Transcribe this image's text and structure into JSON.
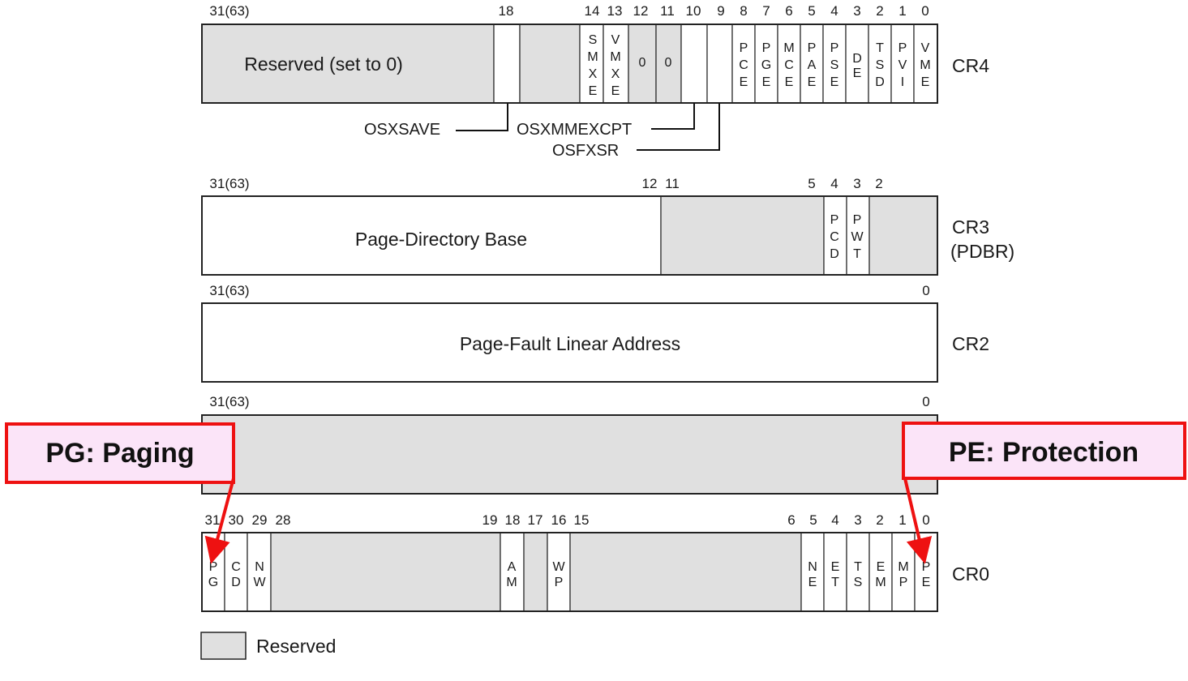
{
  "colors": {
    "reserved_fill": "#e0e0e0",
    "border": "#222222",
    "callout_border": "#ee1111",
    "callout_fill": "#fbe4f8",
    "arrow": "#ee1111"
  },
  "cr4": {
    "name": "CR4",
    "bit_labels": [
      "31(63)",
      "18",
      "14",
      "13",
      "12",
      "11",
      "10",
      "9",
      "8",
      "7",
      "6",
      "5",
      "4",
      "3",
      "2",
      "1",
      "0"
    ],
    "reserved_text": "Reserved (set to 0)",
    "zero_a": "0",
    "zero_b": "0",
    "flags": [
      {
        "id": "smxe",
        "lines": [
          "S",
          "M",
          "X",
          "E"
        ]
      },
      {
        "id": "vmxe",
        "lines": [
          "V",
          "M",
          "X",
          "E"
        ]
      },
      {
        "id": "pce",
        "lines": [
          "P",
          "C",
          "E"
        ]
      },
      {
        "id": "pge",
        "lines": [
          "P",
          "G",
          "E"
        ]
      },
      {
        "id": "mce",
        "lines": [
          "M",
          "C",
          "E"
        ]
      },
      {
        "id": "pae",
        "lines": [
          "P",
          "A",
          "E"
        ]
      },
      {
        "id": "pse",
        "lines": [
          "P",
          "S",
          "E"
        ]
      },
      {
        "id": "de",
        "lines": [
          "D",
          "E"
        ]
      },
      {
        "id": "tsd",
        "lines": [
          "T",
          "S",
          "D"
        ]
      },
      {
        "id": "pvi",
        "lines": [
          "P",
          "V",
          "I"
        ]
      },
      {
        "id": "vme",
        "lines": [
          "V",
          "M",
          "E"
        ]
      }
    ],
    "callouts": [
      "OSXSAVE",
      "OSXMMEXCPT",
      "OSFXSR"
    ]
  },
  "cr3": {
    "name": "CR3",
    "alias": "(PDBR)",
    "bit_labels": [
      "31(63)",
      "12",
      "11",
      "5",
      "4",
      "3",
      "2"
    ],
    "base_text": "Page-Directory Base",
    "flags": [
      {
        "id": "pcd",
        "lines": [
          "P",
          "C",
          "D"
        ]
      },
      {
        "id": "pwt",
        "lines": [
          "P",
          "W",
          "T"
        ]
      }
    ]
  },
  "cr2": {
    "name": "CR2",
    "bit_labels": [
      "31(63)",
      "0"
    ],
    "text": "Page-Fault Linear Address"
  },
  "cr1": {
    "bit_labels": [
      "31(63)",
      "0"
    ]
  },
  "cr0": {
    "name": "CR0",
    "bit_labels": [
      "31",
      "30",
      "29",
      "28",
      "19",
      "18",
      "17",
      "16",
      "15",
      "6",
      "5",
      "4",
      "3",
      "2",
      "1",
      "0"
    ],
    "flags": [
      {
        "id": "pg",
        "lines": [
          "P",
          "G"
        ]
      },
      {
        "id": "cd",
        "lines": [
          "C",
          "D"
        ]
      },
      {
        "id": "nw",
        "lines": [
          "N",
          "W"
        ]
      },
      {
        "id": "am",
        "lines": [
          "A",
          "M"
        ]
      },
      {
        "id": "wp",
        "lines": [
          "W",
          "P"
        ]
      },
      {
        "id": "ne",
        "lines": [
          "N",
          "E"
        ]
      },
      {
        "id": "et",
        "lines": [
          "E",
          "T"
        ]
      },
      {
        "id": "ts",
        "lines": [
          "T",
          "S"
        ]
      },
      {
        "id": "em",
        "lines": [
          "E",
          "M"
        ]
      },
      {
        "id": "mp",
        "lines": [
          "M",
          "P"
        ]
      },
      {
        "id": "pe",
        "lines": [
          "P",
          "E"
        ]
      }
    ]
  },
  "legend": {
    "label": "Reserved"
  },
  "annotations": {
    "pg": "PG: Paging",
    "pe": "PE: Protection"
  }
}
